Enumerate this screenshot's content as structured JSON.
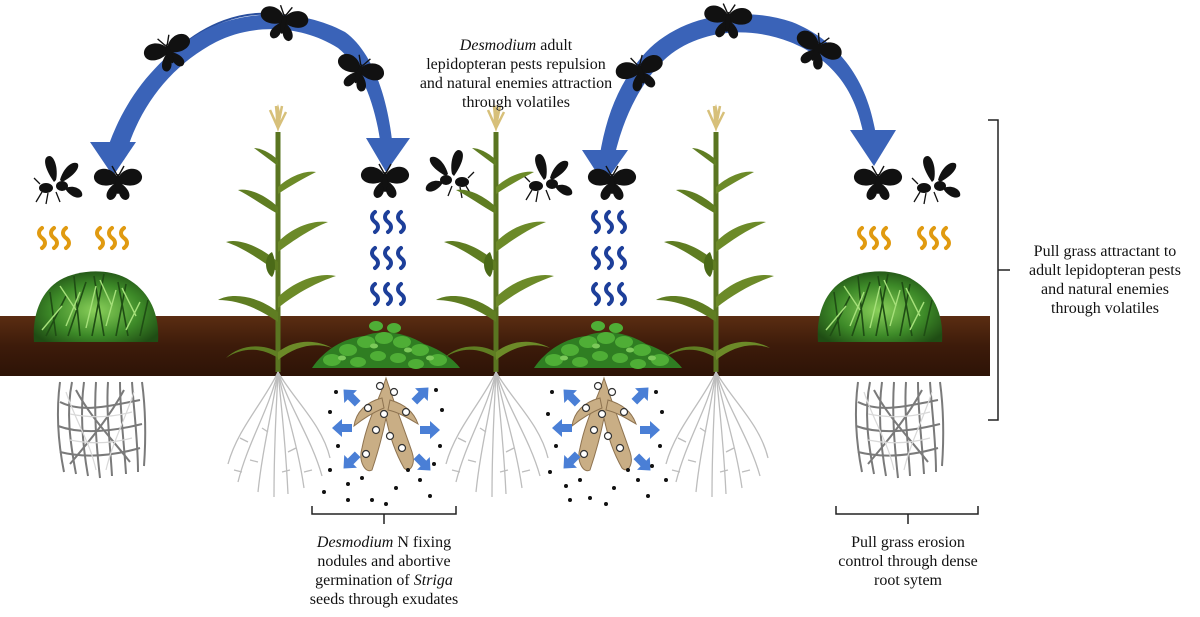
{
  "labels": {
    "top": {
      "italic": "Desmodium",
      "line1_rest": " adult",
      "line2": "lepidopteran pests repulsion",
      "line3": "and natural enemies attraction",
      "line4": "through volatiles"
    },
    "right": {
      "line1": "Pull grass attractant to",
      "line2": "adult lepidopteran pests",
      "line3": "and natural enemies",
      "line4": "through volatiles"
    },
    "bottom_center": {
      "italic1": "Desmodium",
      "line1_rest": " N fixing",
      "line2": "nodules and abortive",
      "line3_pre": "germination of ",
      "italic2": "Striga",
      "line4": "seeds through exudates"
    },
    "bottom_right": {
      "line1": "Pull grass erosion",
      "line2": "control through dense",
      "line3": "root sytem"
    }
  },
  "colors": {
    "soil": "#4a2410",
    "arrow_blue": "#3a63b8",
    "volatile_orange": "#e09a10",
    "volatile_blue": "#1d3f9a",
    "maize_green": "#5f7d22",
    "desmodium_green": "#3f9c2e",
    "grass_green": "#2f6d1f",
    "root_grey": "#b8b8b8",
    "nodule_tan": "#c4a77e",
    "push_arrow": "#4a7fd6"
  },
  "icons": [
    "moth-icon",
    "wasp-icon",
    "volatile-icon",
    "maize-plant-icon",
    "desmodium-plant-icon",
    "napier-grass-icon",
    "root-icon",
    "nodule-icon",
    "push-arrow-icon",
    "bracket-icon"
  ]
}
